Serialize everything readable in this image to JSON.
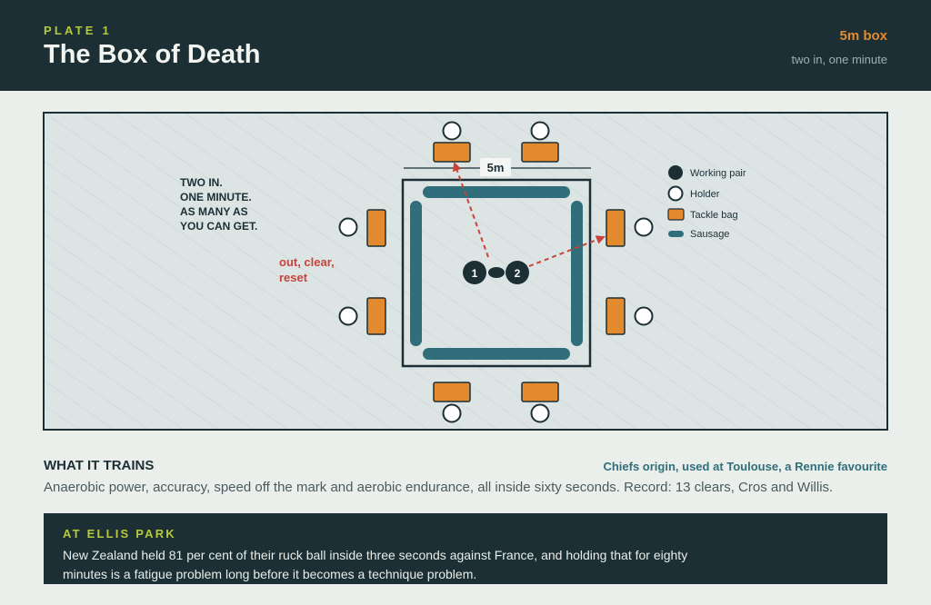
{
  "header": {
    "plate": "PLATE 1",
    "title": "The Box of Death",
    "box_label": "5m box",
    "box_sub": "two in, one minute"
  },
  "diagram": {
    "dimension_label": "5m",
    "instructions": [
      "TWO IN.",
      "ONE MINUTE.",
      "AS MANY AS",
      "YOU CAN GET."
    ],
    "drill_note": [
      "out, clear,",
      "reset"
    ],
    "players": [
      "1",
      "2"
    ],
    "legend": [
      {
        "icon": "working-pair",
        "label": "Working pair"
      },
      {
        "icon": "holder",
        "label": "Holder"
      },
      {
        "icon": "tackle-bag",
        "label": "Tackle bag"
      },
      {
        "icon": "sausage",
        "label": "Sausage"
      }
    ],
    "colors": {
      "dark": "#1b2f35",
      "bag": "#e48a2e",
      "sausage": "#2f6e7a",
      "arrow": "#c8433a",
      "field": "#dce4e4",
      "accent": "#b7c93a"
    }
  },
  "trains": {
    "heading": "WHAT IT TRAINS",
    "origin": "Chiefs origin, used at Toulouse, a Rennie favourite",
    "body": "Anaerobic power, accuracy, speed off the mark and aerobic endurance, all inside sixty seconds. Record: 13 clears, Cros and Willis."
  },
  "ellis": {
    "heading": "AT ELLIS PARK",
    "body": "New Zealand held 81 per cent of their ruck ball inside three seconds against France, and holding that for eighty minutes is a fatigue problem long before it becomes a technique problem."
  }
}
